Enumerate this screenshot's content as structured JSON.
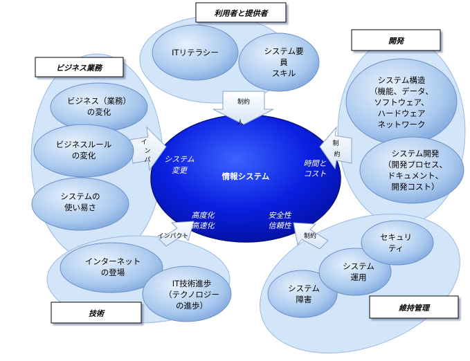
{
  "center": {
    "title": "情報システム",
    "attrs": {
      "system_change": [
        "システム",
        "変更"
      ],
      "time_cost": [
        "時間と",
        "コスト"
      ],
      "high_speed": [
        "高度化",
        "高速化"
      ],
      "safety": [
        "安全性",
        "信頼性"
      ]
    }
  },
  "categories": {
    "users": "利用者と提供者",
    "development": "開発",
    "business": "ビジネス業務",
    "technology": "技術",
    "maintenance": "維持管理"
  },
  "nodes": {
    "it_literacy": [
      "ITリテラシー"
    ],
    "system_req": [
      "システム要",
      "員",
      "スキル"
    ],
    "system_structure": [
      "システム構造",
      "（機能、データ、",
      "ソフトウェア、",
      "ハードウェア",
      "ネットワーク"
    ],
    "system_dev": [
      "システム開発",
      "（開発プロセス、",
      "ドキュメント、",
      "開発コスト）"
    ],
    "business_change": [
      "ビジネス（業務）",
      "の変化"
    ],
    "business_rule": [
      "ビジネスルール",
      "の変化"
    ],
    "usability": [
      "システムの",
      "使い易さ"
    ],
    "internet": [
      "インターネット",
      "の登場"
    ],
    "it_progress": [
      "IT技術進歩",
      "（テクノロジー",
      "の進歩）"
    ],
    "security": [
      "セキュリ",
      "ティ"
    ],
    "operation": [
      "システム",
      "運用"
    ],
    "failure": [
      "システム",
      "障害"
    ]
  },
  "arrows": {
    "top": [
      "制約",
      "人"
    ],
    "left": [
      "イ",
      "ン",
      "パ"
    ],
    "right": [
      "制",
      "約"
    ],
    "bottom_left": "インパクト",
    "bottom_right": "制約"
  },
  "colors": {
    "center_fill": "#0a1fe0",
    "group_fill": "#cfe3f7",
    "node_fill": "#a9c9ee",
    "outline": "#6f8fc6"
  }
}
